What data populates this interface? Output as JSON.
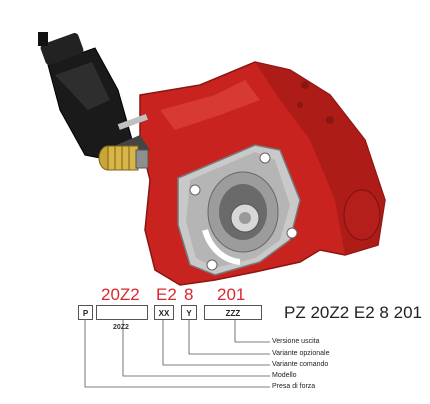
{
  "colors": {
    "pump_red": "#c8231f",
    "code_red": "#d9282f",
    "fitting_gold": "#c9a53a",
    "actuator_black": "#1a1a1a",
    "flange_grey": "#c9c9c9"
  },
  "code_values": {
    "modello": "20Z2",
    "variante_comando": "E2",
    "variante_opzionale": "8",
    "versione_uscita": "201"
  },
  "code_boxes": {
    "presa": "P",
    "modello": "",
    "comando": "XX",
    "opzionale": "Y",
    "uscita": "ZZZ"
  },
  "modello_sub": "20Z2",
  "full_code": "PZ 20Z2 E2 8 201",
  "legend": [
    {
      "label": "Versione uscita"
    },
    {
      "label": "Variante opzionale"
    },
    {
      "label": "Variante comando"
    },
    {
      "label": "Modello"
    },
    {
      "label": "Presa di forza"
    }
  ]
}
